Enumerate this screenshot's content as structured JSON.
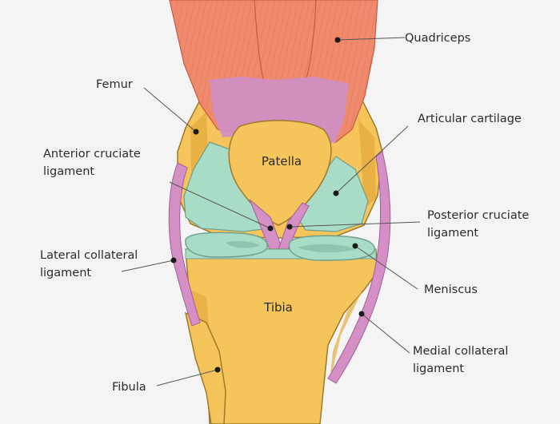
{
  "diagram": {
    "labels": {
      "quadriceps": "Quadriceps",
      "femur": "Femur",
      "articular_cartilage": "Articular cartilage",
      "anterior_cruciate_ligament": [
        "Anterior cruciate",
        "ligament"
      ],
      "posterior_cruciate_ligament": [
        "Posterior cruciate",
        "ligament"
      ],
      "lateral_collateral_ligament": [
        "Lateral collateral",
        "ligament"
      ],
      "meniscus": "Meniscus",
      "medial_collateral_ligament": [
        "Medial collateral",
        "ligament"
      ],
      "fibula": "Fibula",
      "patella": "Patella",
      "tibia": "Tibia"
    },
    "colors": {
      "background": "#f4f4f4",
      "muscle": "#ef8a6c",
      "tendon": "#cf8fc4",
      "bone": "#f5c45a",
      "bone_shadow": "#e6ab3e",
      "cartilage": "#a9dcc6",
      "ligament": "#d48fc4",
      "outline": "#9c7a2a"
    }
  }
}
